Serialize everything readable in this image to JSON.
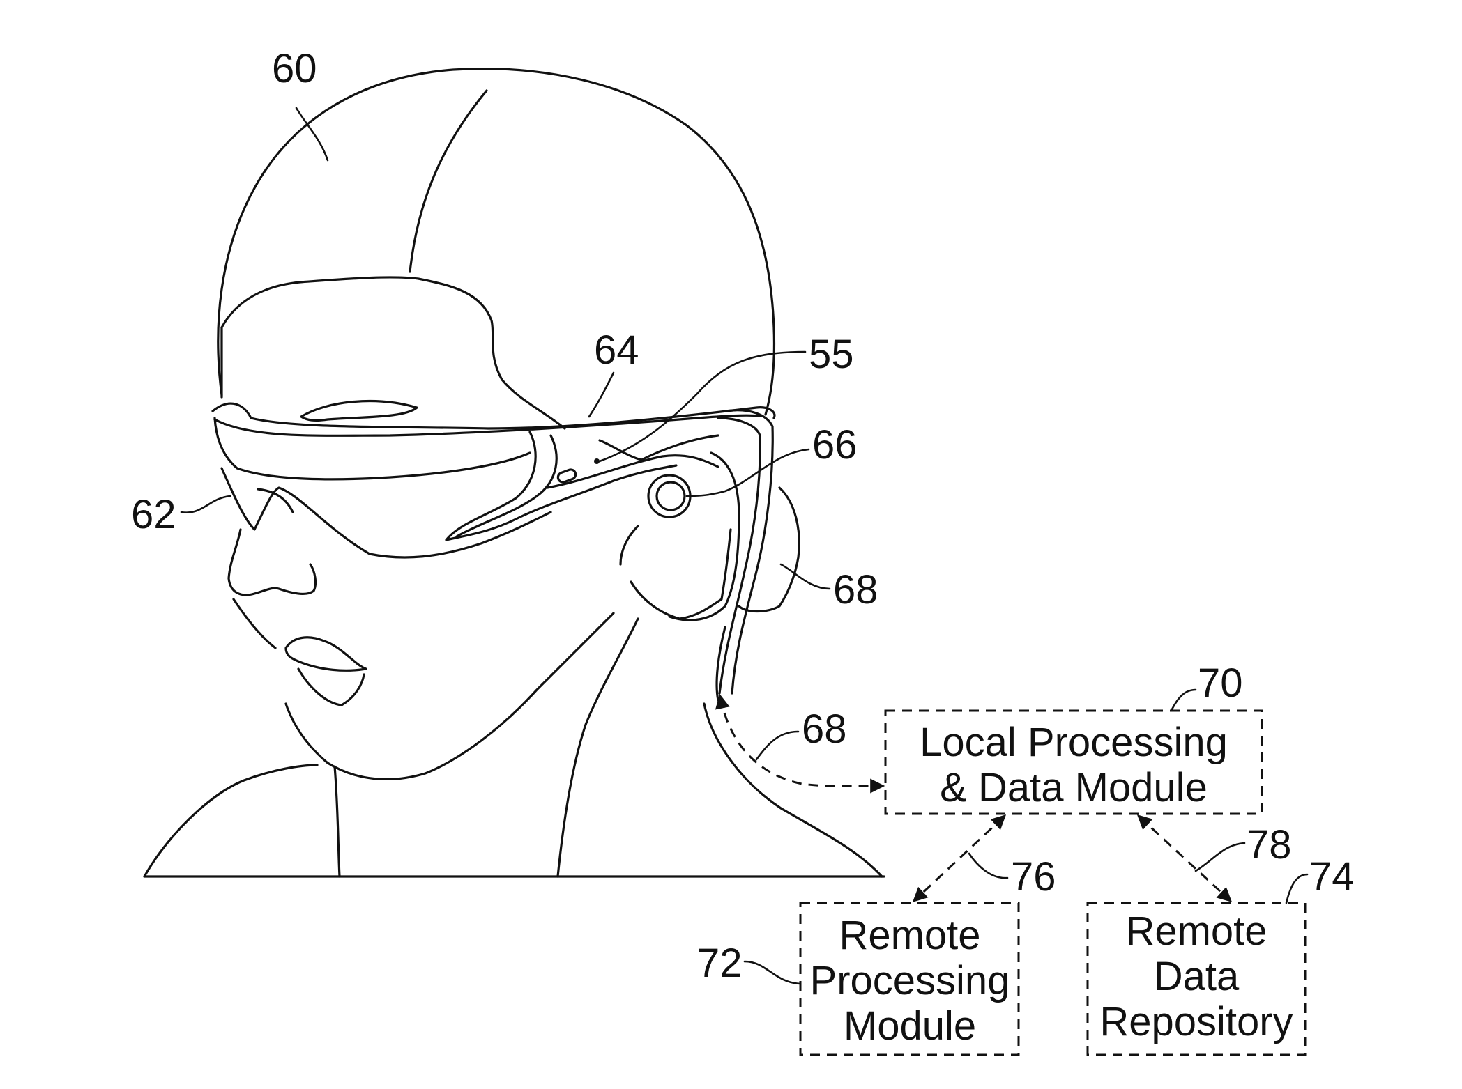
{
  "labels": {
    "head": "60",
    "display": "62",
    "frame": "64",
    "band": "55",
    "speaker": "66",
    "cable_upper": "68",
    "cable_lower": "68",
    "local_module": "70",
    "remote_processing": "72",
    "remote_repository": "74",
    "link_processing": "76",
    "link_repository": "78"
  },
  "boxes": {
    "local": {
      "line1": "Local Processing",
      "line2": "& Data Module"
    },
    "remote_processing": {
      "line1": "Remote",
      "line2": "Processing",
      "line3": "Module"
    },
    "remote_data": {
      "line1": "Remote",
      "line2": "Data",
      "line3": "Repository"
    }
  }
}
